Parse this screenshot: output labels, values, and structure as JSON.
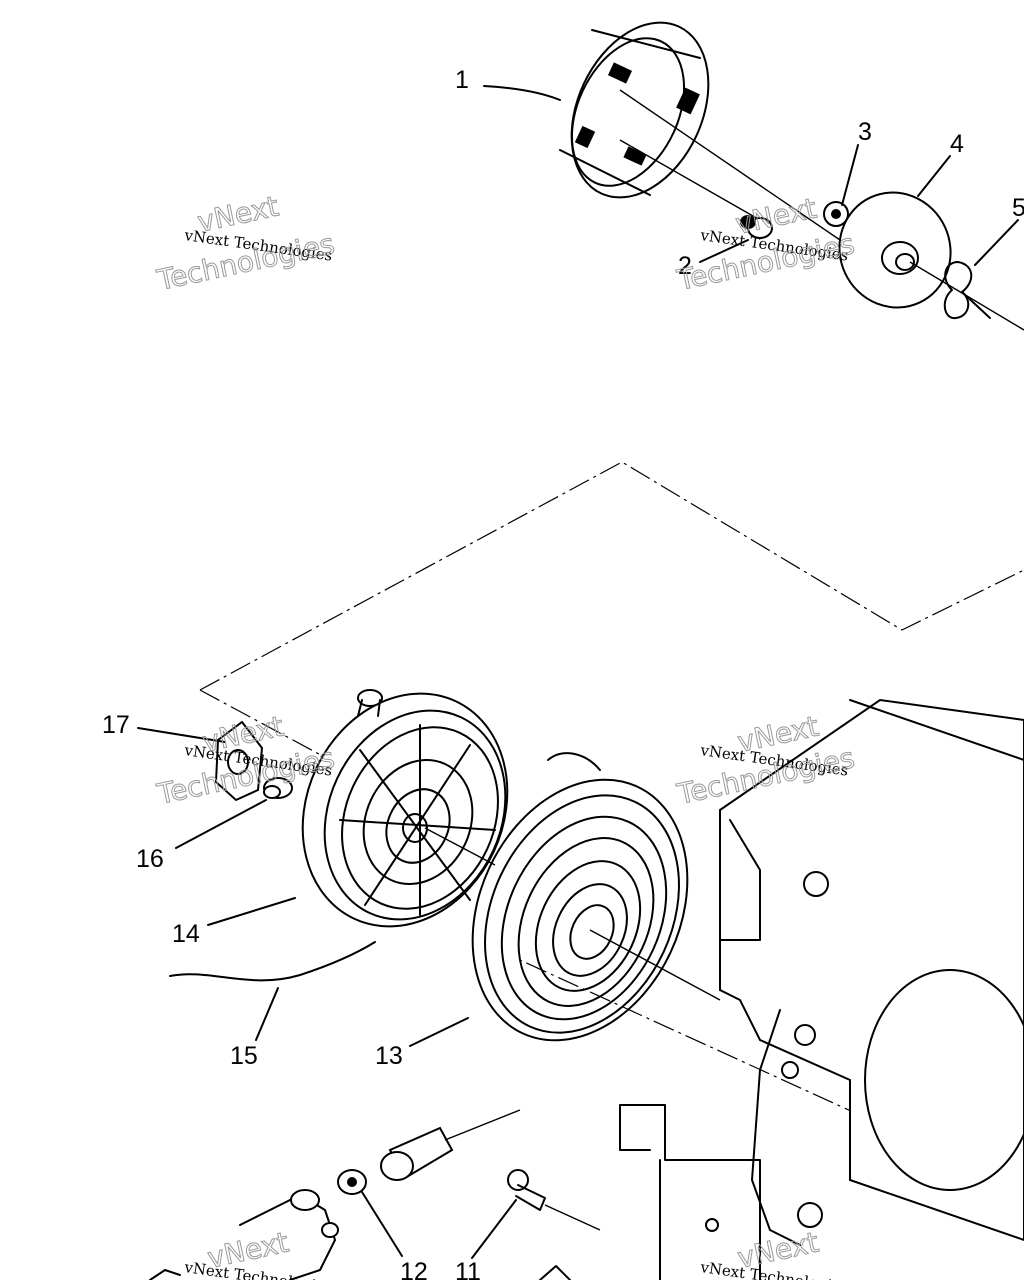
{
  "diagram": {
    "part_labels": [
      "1",
      "2",
      "3",
      "4",
      "5",
      "11",
      "12",
      "13",
      "14",
      "15",
      "16",
      "17"
    ],
    "watermark": {
      "line1": "vNext",
      "line2": "vNext Technologies",
      "line3": "Technologies"
    }
  }
}
